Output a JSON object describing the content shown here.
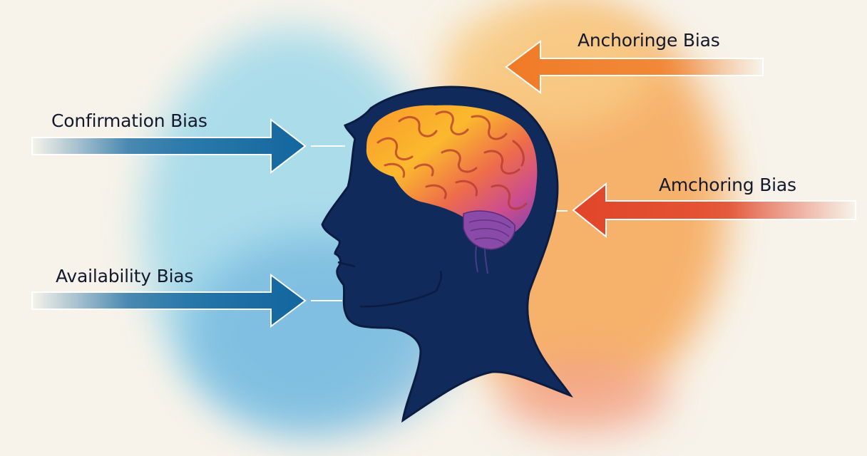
{
  "diagram": {
    "subject": "Human head silhouette with brain",
    "colors": {
      "background": "#f7f3ea",
      "head": "#112a5c",
      "head_outline": "#0b1c40",
      "blue_arrow": "#12669e",
      "orange_arrow": "#f07a26",
      "red_arrow": "#e1452a",
      "blue_wash": "#8fd0e6",
      "orange_wash": "#f7a85a",
      "text": "#141a2e"
    },
    "labels": [
      {
        "id": "confirmation",
        "text": "Confirmation Bias",
        "side": "left",
        "arrow_color": "#12669e"
      },
      {
        "id": "availability",
        "text": "Availability Bias",
        "side": "left",
        "arrow_color": "#12669e"
      },
      {
        "id": "anchoring-top",
        "text": "Anchoringe Bias",
        "side": "right",
        "arrow_color": "#f07a26"
      },
      {
        "id": "anchoring-mid",
        "text": "Amchoring Bias",
        "side": "right",
        "arrow_color": "#e1452a"
      }
    ]
  }
}
